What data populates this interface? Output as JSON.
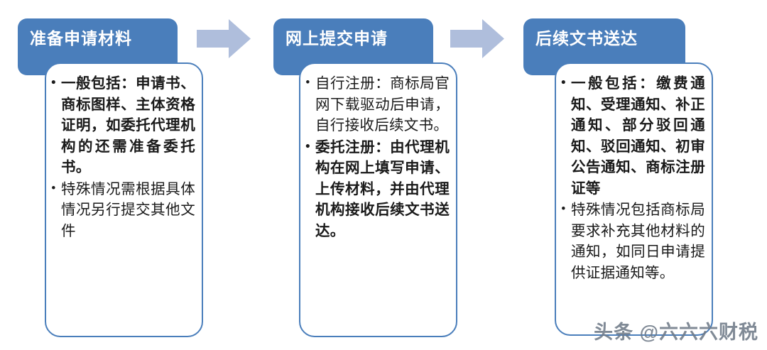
{
  "diagram": {
    "type": "process-flow",
    "orientation": "horizontal",
    "colors": {
      "header_fill": "#4A7EBB",
      "header_text": "#FFFFFF",
      "card_border": "#4A7EBB",
      "card_fill": "#FFFFFF",
      "arrow_fill": "#AFBEDC",
      "body_text": "#1A1A1A",
      "watermark_text": "#6F7A88"
    },
    "steps": [
      {
        "id": "step-1",
        "header": "准备申请材料",
        "bullets": [
          "一般包括：申请书、商标图样、主体资格证明，如委托代理机构的还需准备委托书。",
          "特殊情况需根据具体情况另行提交其他文件"
        ]
      },
      {
        "id": "step-2",
        "header": "网上提交申请",
        "bullets": [
          "自行注册：商标局官网下载驱动后申请，自行接收后续文书。",
          "委托注册：由代理机构在网上填写申请、上传材料，并由代理机构接收后续文书送达。"
        ]
      },
      {
        "id": "step-3",
        "header": "后续文书送达",
        "bullets": [
          "一般包括：缴费通知、受理通知、补正通知、部分驳回通知、驳回通知、初审公告通知、商标注册证等",
          "特殊情况包括商标局要求补充其他材料的通知，如同日申请提供证据通知等。"
        ]
      }
    ],
    "arrows": [
      {
        "id": "arrow-1",
        "icon": "right-arrow-icon",
        "from": "step-1",
        "to": "step-2"
      },
      {
        "id": "arrow-2",
        "icon": "right-arrow-icon",
        "from": "step-2",
        "to": "step-3"
      }
    ],
    "watermark": "头条 @六六六财税"
  }
}
